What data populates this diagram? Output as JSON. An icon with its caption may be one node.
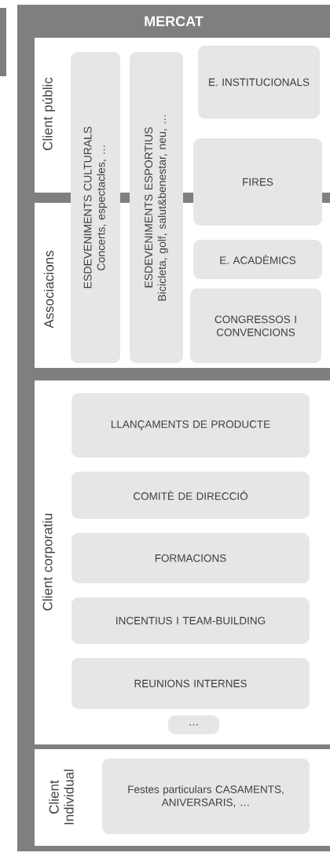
{
  "diagram": {
    "nodes": [
      {
        "text": [
          "MERCAT"
        ]
      },
      {
        "text": [
          "Client públic",
          "Associacions"
        ],
        "in": 0
      },
      {
        "text": [
          "ESDEVENIMENTS CULTURALS",
          "Concerts, espectacles, …"
        ],
        "in": 1
      },
      {
        "text": [
          "ESDEVENIMENTS ESPORTIUS",
          "Bicicleta, golf, salut&benestar, neu, …"
        ],
        "in": 1
      },
      {
        "text": [
          "E. INSTITUCIONALS"
        ],
        "in": 1
      },
      {
        "text": [
          "FIRES"
        ],
        "in": 1
      },
      {
        "text": [
          "E. ACADÈMICS"
        ],
        "in": 1
      },
      {
        "text": [
          "CONGRESSOS I CONVENCIONS"
        ],
        "in": 1
      },
      {
        "text": [
          "Client corporatiu"
        ],
        "in": 0
      },
      {
        "text": [
          "LLANÇAMENTS DE PRODUCTE"
        ],
        "in": 8
      },
      {
        "text": [
          "COMITÈ DE DIRECCIÓ"
        ],
        "in": 8
      },
      {
        "text": [
          "FORMACIONS"
        ],
        "in": 8
      },
      {
        "text": [
          "INCENTIUS I TEAM-BUILDING"
        ],
        "in": 8
      },
      {
        "text": [
          "REUNIONS INTERNES"
        ],
        "in": 8
      },
      {
        "text": [
          "…"
        ],
        "in": 8
      },
      {
        "text": [
          "Client Individual"
        ],
        "in": 0
      },
      {
        "text": [
          "Festes particulars CASAMENTS, ANIVERSARIS, …"
        ],
        "in": 15
      }
    ]
  }
}
